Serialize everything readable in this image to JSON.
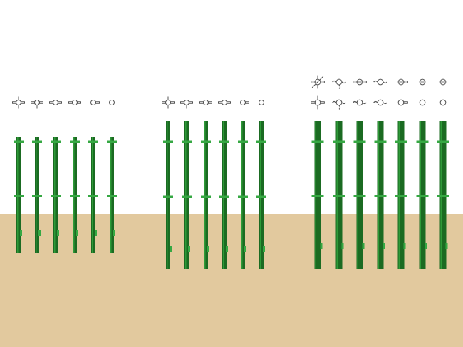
{
  "colors": {
    "sky": "#ffffff",
    "ground": "#e2c99e",
    "ground_line": "#a68a5c",
    "post_dark": "#1b6b22",
    "post_light": "#2e9a38",
    "bracket": "#36a843",
    "icon_stroke": "#555555"
  },
  "groups": [
    {
      "name": "group-small",
      "posts": [
        {
          "profile_icon": "four-arm-profile-icon",
          "arms": 4
        },
        {
          "profile_icon": "three-arm-profile-icon",
          "arms": 3
        },
        {
          "profile_icon": "two-arm-profile-icon",
          "arms": 2
        },
        {
          "profile_icon": "two-arm-profile-icon",
          "arms": 2
        },
        {
          "profile_icon": "one-arm-profile-icon",
          "arms": 1
        },
        {
          "profile_icon": "round-profile-icon",
          "arms": 0
        }
      ]
    },
    {
      "name": "group-medium",
      "posts": [
        {
          "profile_icon": "four-arm-profile-icon",
          "arms": 4
        },
        {
          "profile_icon": "three-arm-profile-icon",
          "arms": 3
        },
        {
          "profile_icon": "two-arm-profile-icon",
          "arms": 2
        },
        {
          "profile_icon": "two-arm-profile-icon",
          "arms": 2
        },
        {
          "profile_icon": "one-arm-profile-icon",
          "arms": 1
        },
        {
          "profile_icon": "round-profile-icon",
          "arms": 0
        }
      ]
    },
    {
      "name": "group-large",
      "posts": [
        {
          "profile_icon": "four-arm-profile-icon",
          "arms": 4,
          "top_icon": "diagonal-profile-icon"
        },
        {
          "profile_icon": "curved-profile-icon",
          "arms": 3,
          "top_icon": "curved-profile-icon"
        },
        {
          "profile_icon": "curved-profile-icon",
          "arms": 2,
          "top_icon": "striped-round-profile-icon"
        },
        {
          "profile_icon": "curved-profile-icon",
          "arms": 2,
          "top_icon": "curved-profile-icon"
        },
        {
          "profile_icon": "round-profile-icon",
          "arms": 1,
          "top_icon": "striped-round-profile-icon"
        },
        {
          "profile_icon": "round-profile-icon",
          "arms": 0,
          "top_icon": "striped-round-profile-icon"
        }
      ]
    }
  ]
}
